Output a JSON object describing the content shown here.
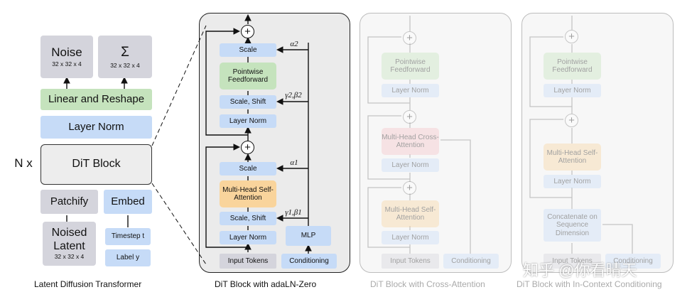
{
  "left": {
    "noise": {
      "label": "Noise",
      "dims": "32 x 32 x 4"
    },
    "sigma": {
      "label": "Σ",
      "dims": "32 x 32 x 4"
    },
    "linear_reshape": "Linear and Reshape",
    "layer_norm": "Layer Norm",
    "nx": "N x",
    "dit_block": "DiT Block",
    "patchify": "Patchify",
    "embed": "Embed",
    "noised_latent": {
      "label": "Noised Latent",
      "dims": "32 x 32 x 4"
    },
    "timestep": "Timestep t",
    "label_y": "Label y",
    "caption": "Latent Diffusion Transformer"
  },
  "adaln": {
    "scale_top": "Scale",
    "pointwise_ff": "Pointwise Feedforward",
    "scale_shift_top": "Scale, Shift",
    "layer_norm_top": "Layer Norm",
    "scale_mid": "Scale",
    "mhsa": "Multi-Head Self-Attention",
    "scale_shift_bottom": "Scale, Shift",
    "layer_norm_bottom": "Layer Norm",
    "mlp": "MLP",
    "input_tokens": "Input Tokens",
    "conditioning": "Conditioning",
    "alpha2": "α2",
    "gamma2beta2": "γ2,β2",
    "alpha1": "α1",
    "gamma1beta1": "γ1,β1",
    "plus": "+",
    "caption": "DiT Block with adaLN-Zero"
  },
  "cross": {
    "pointwise_ff": "Pointwise Feedforward",
    "layer_norm_1": "Layer Norm",
    "mhca": "Multi-Head Cross-Attention",
    "layer_norm_2": "Layer Norm",
    "mhsa": "Multi-Head Self-Attention",
    "layer_norm_3": "Layer Norm",
    "input_tokens": "Input Tokens",
    "conditioning": "Conditioning",
    "plus": "+",
    "caption": "DiT Block with Cross-Attention"
  },
  "incontext": {
    "pointwise_ff": "Pointwise Feedforward",
    "layer_norm_1": "Layer Norm",
    "mhsa": "Multi-Head Self-Attention",
    "layer_norm_2": "Layer Norm",
    "concat": "Concatenate on Sequence Dimension",
    "input_tokens": "Input Tokens",
    "conditioning": "Conditioning",
    "plus": "+",
    "caption": "DiT Block with In-Context Conditioning"
  },
  "watermark": "知乎 @你看晴天"
}
